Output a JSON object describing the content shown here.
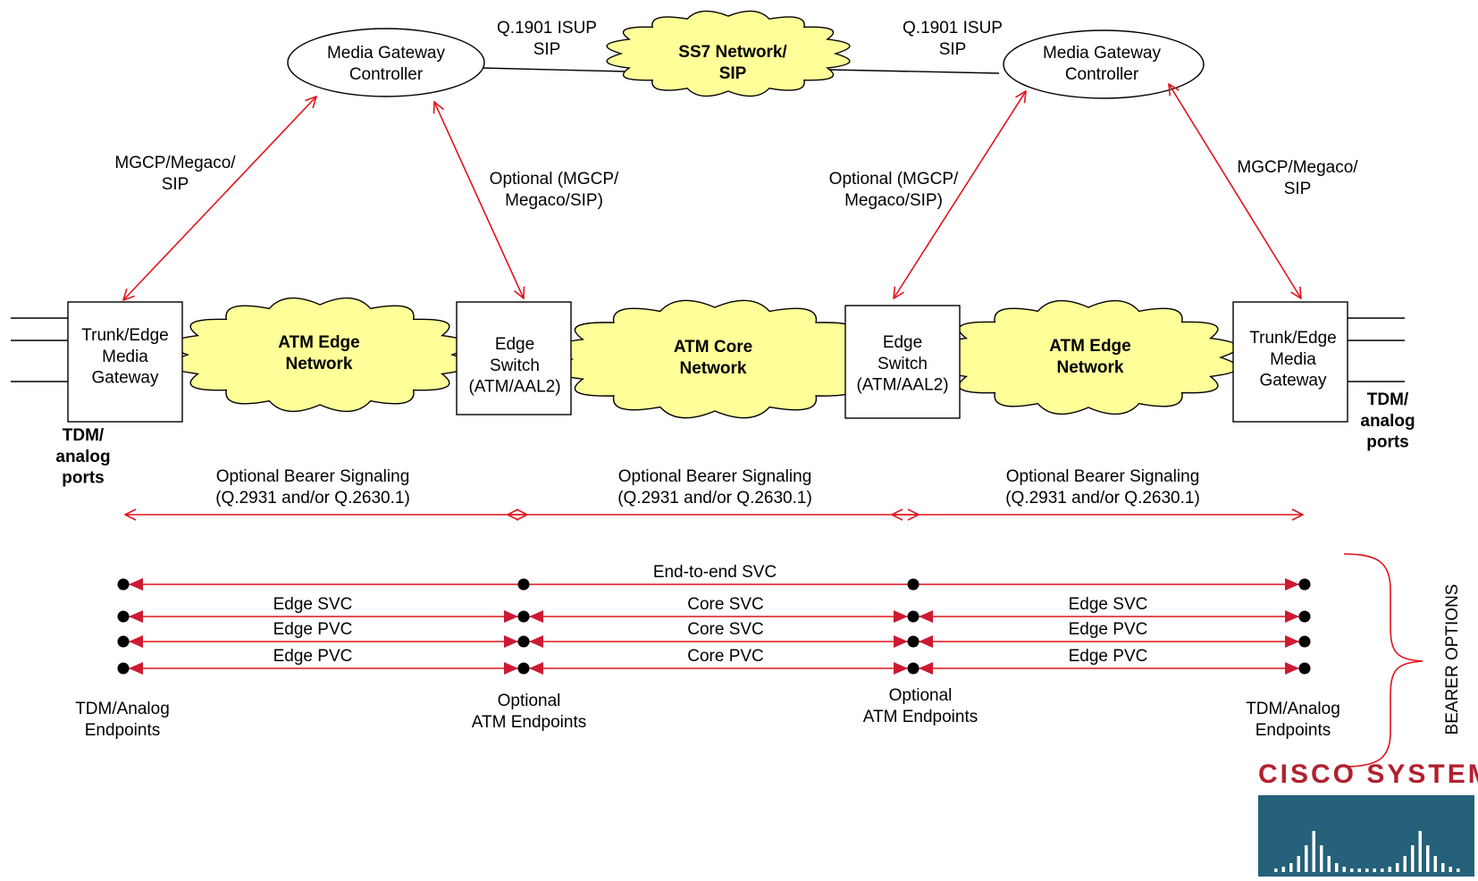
{
  "signaling": {
    "mgc_left": "Media Gateway\nController",
    "mgc_right": "Media Gateway\nController",
    "ss7_cloud": "SS7 Network/\nSIP",
    "isup_left": "Q.1901 ISUP\nSIP",
    "isup_right": "Q.1901 ISUP\nSIP",
    "mgcp_left": "MGCP/Megaco/\nSIP",
    "mgcp_right": "MGCP/Megaco/\nSIP",
    "optional_left": "Optional (MGCP/\nMegaco/SIP)",
    "optional_right": "Optional (MGCP/\nMegaco/SIP)"
  },
  "bearer": {
    "trunk_left": "Trunk/Edge\nMedia\nGateway",
    "trunk_right": "Trunk/Edge\nMedia\nGateway",
    "edge_switch_left": "Edge\nSwitch\n(ATM/AAL2)",
    "edge_switch_right": "Edge\nSwitch\n(ATM/AAL2)",
    "atm_edge_left": "ATM Edge\nNetwork",
    "atm_core": "ATM Core\nNetwork",
    "atm_edge_right": "ATM Edge\nNetwork",
    "tdm_left": "TDM/\nanalog\nports",
    "tdm_right": "TDM/\nanalog\nports"
  },
  "bearer_signaling": {
    "seg1": "Optional Bearer Signaling\n(Q.2931 and/or Q.2630.1)",
    "seg2": "Optional Bearer Signaling\n(Q.2931 and/or Q.2630.1)",
    "seg3": "Optional Bearer Signaling\n(Q.2931 and/or Q.2630.1)"
  },
  "bearer_options": {
    "label": "BEARER OPTIONS",
    "row1": {
      "middle": "End-to-end SVC"
    },
    "row2": {
      "left": "Edge SVC",
      "middle": "Core SVC",
      "right": "Edge SVC"
    },
    "row3": {
      "left": "Edge PVC",
      "middle": "Core SVC",
      "right": "Edge PVC"
    },
    "row4": {
      "left": "Edge PVC",
      "middle": "Core PVC",
      "right": "Edge PVC"
    },
    "endpoints_left": "TDM/Analog\nEndpoints",
    "endpoints_mid_left": "Optional\nATM Endpoints",
    "endpoints_mid_right": "Optional\nATM Endpoints",
    "endpoints_right": "TDM/Analog\nEndpoints"
  },
  "logo": {
    "text": "Cisco Systems"
  },
  "colors": {
    "line_red": "#e0141c",
    "cloud_fill": "#ffff99",
    "logo_red": "#b2202e",
    "logo_teal": "#25617a"
  }
}
